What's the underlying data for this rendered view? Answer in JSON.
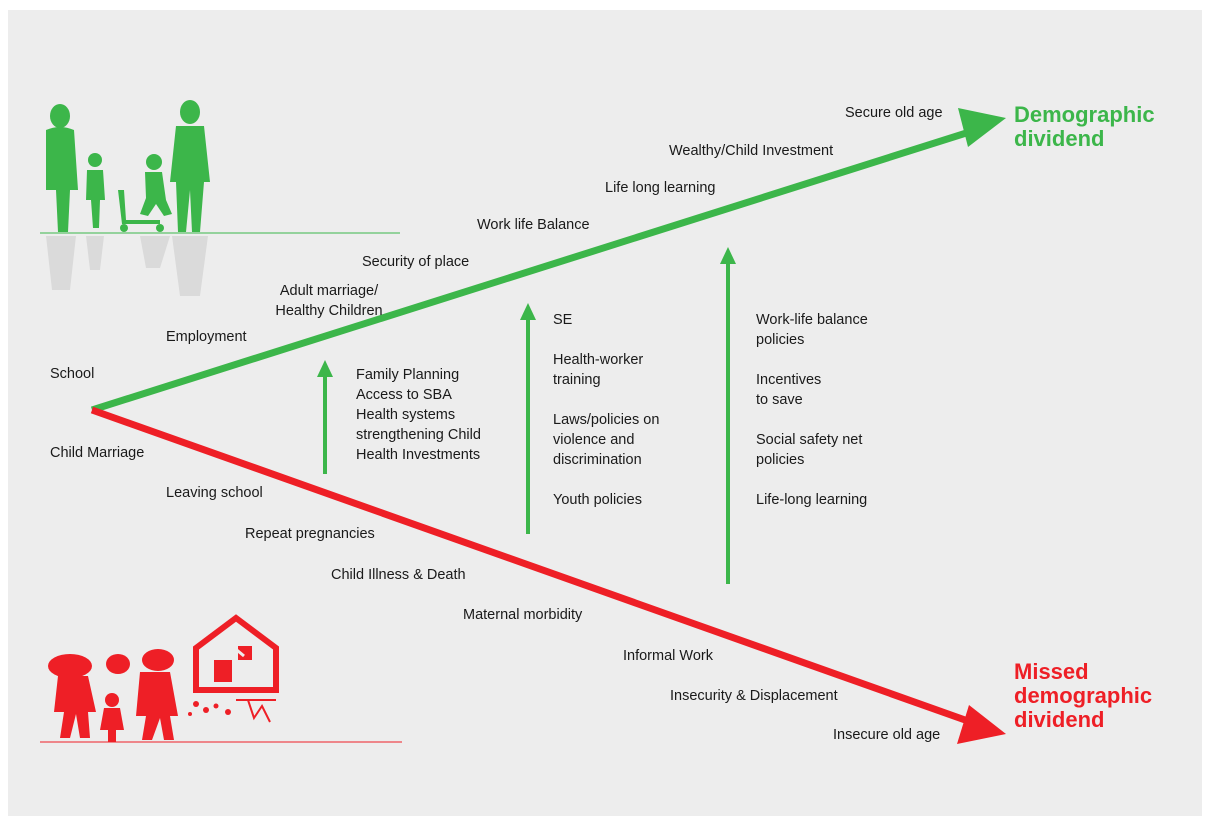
{
  "colors": {
    "positive": "#3cb64a",
    "negative": "#ee1f26",
    "background": "#ededed",
    "text": "#1a1a1a"
  },
  "icons": {
    "top": "family-silhouette-icon",
    "bottom": "distressed-family-and-broken-house-icon"
  },
  "origin_labels": {
    "upper": "School",
    "lower": "Child Marriage"
  },
  "upper_path": [
    "Employment",
    "Adult marriage/ Healthy Children",
    "Security of place",
    "Work life Balance",
    "Life long learning",
    "Wealthy/Child Investment",
    "Secure old age"
  ],
  "lower_path": [
    "Leaving school",
    "Repeat pregnancies",
    "Child Illness & Death",
    "Maternal morbidity",
    "Informal Work",
    "Insecurity & Displacement",
    "Insecure old age"
  ],
  "outcomes": {
    "positive": [
      "Demographic",
      "dividend"
    ],
    "negative": [
      "Missed",
      "demographic",
      "dividend"
    ]
  },
  "interventions": [
    {
      "items": [
        "Family Planning",
        "Access to SBA",
        "Health systems",
        "strengthening Child",
        "Health Investments"
      ]
    },
    {
      "items": [
        "SE",
        "",
        "Health-worker",
        "training",
        "",
        "Laws/policies on",
        "violence and",
        "discrimination",
        "",
        "Youth policies"
      ]
    },
    {
      "items": [
        "Work-life balance",
        "policies",
        "",
        "Incentives",
        "to save",
        "",
        "Social safety net",
        "policies",
        "",
        "Life-long learning"
      ]
    }
  ]
}
